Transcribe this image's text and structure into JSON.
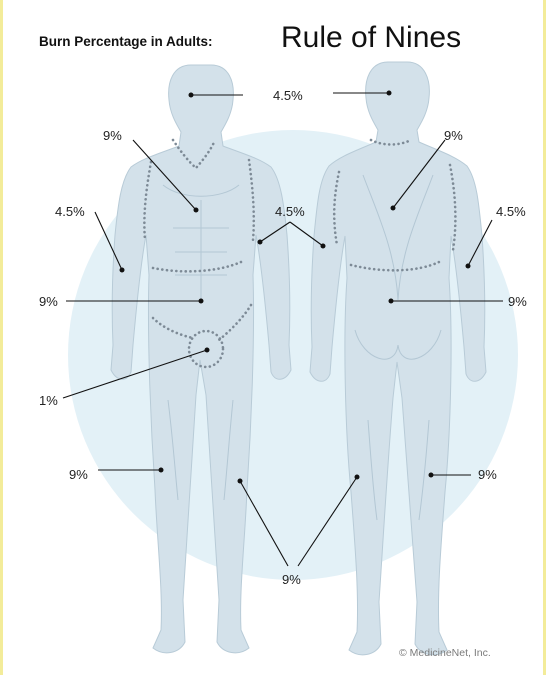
{
  "title": {
    "prefix": "Burn Percentage in Adults:",
    "main": "Rule of Nines"
  },
  "labels": {
    "head": "4.5%",
    "chest": "9%",
    "upper_back": "9%",
    "right_arm": "4.5%",
    "middle_arms": "4.5%",
    "left_arm": "4.5%",
    "abdomen": "9%",
    "lower_back": "9%",
    "genitals": "1%",
    "front_leg": "9%",
    "back_leg": "9%",
    "legs_bottom": "9%"
  },
  "copyright": "© MedicineNet, Inc.",
  "colors": {
    "background": "#ffffff",
    "border": "#f3ec9a",
    "circle": "#e3f1f7",
    "figure": "#d3e1ea",
    "region_outline": "#7d8a96",
    "leader": "#111111"
  }
}
